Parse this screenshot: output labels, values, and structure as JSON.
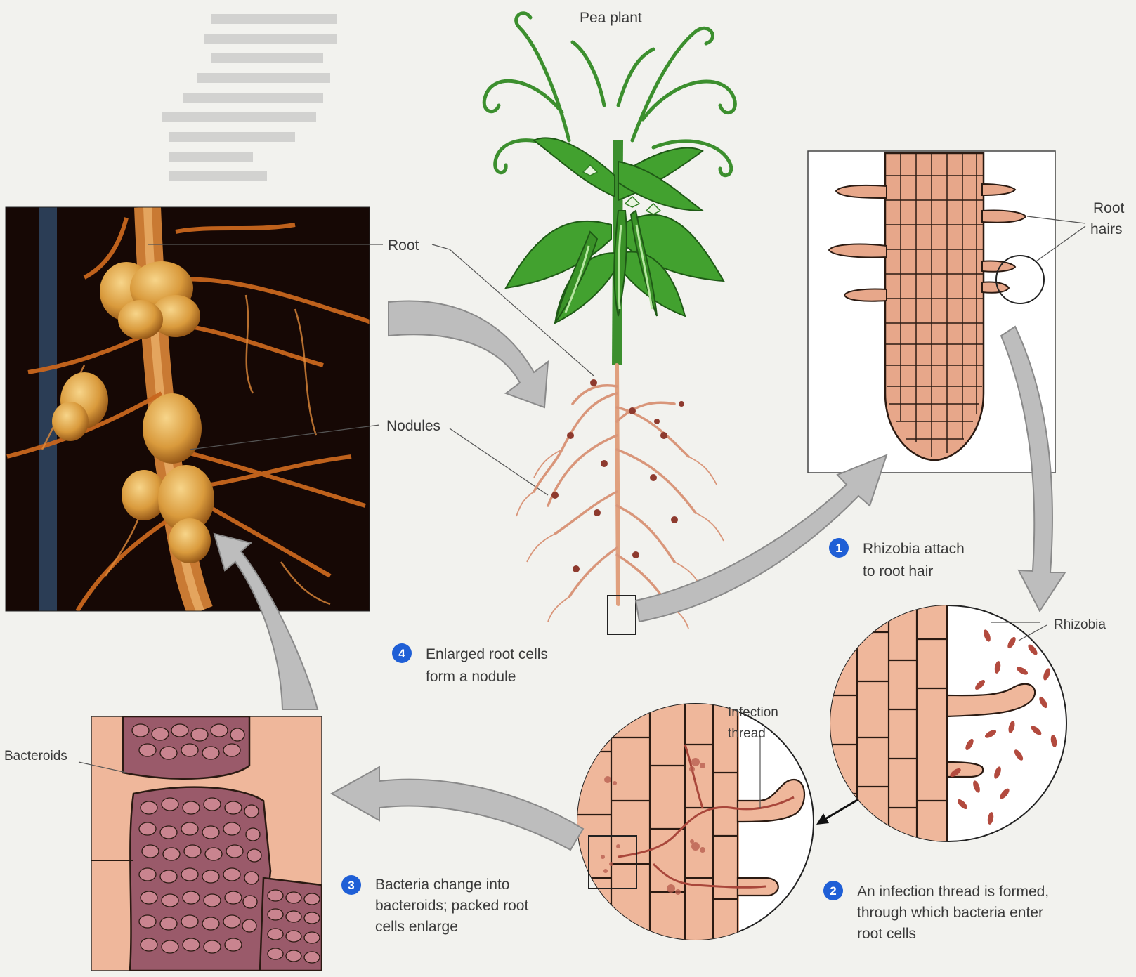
{
  "labels": {
    "pea_plant": "Pea plant",
    "root": "Root",
    "nodules": "Nodules",
    "root_hairs_1": "Root",
    "root_hairs_2": "hairs",
    "rhizobia": "Rhizobia",
    "infection_thread_1": "Infection",
    "infection_thread_2": "thread",
    "bacteroids": "Bacteroids"
  },
  "steps": [
    {
      "number": "1",
      "lines": [
        "Rhizobia attach",
        "to root hair"
      ]
    },
    {
      "number": "2",
      "lines": [
        "An infection thread is formed,",
        "through which bacteria enter",
        "root cells"
      ]
    },
    {
      "number": "3",
      "lines": [
        "Bacteria change into",
        "bacteroids; packed root",
        "cells enlarge"
      ]
    },
    {
      "number": "4",
      "lines": [
        "Enlarged root cells",
        "form a nodule"
      ]
    }
  ],
  "colors": {
    "step_badge": "#1f5fd6",
    "root_tissue": "#efb79b",
    "cell_wall": "#2a1a12",
    "leaf_green": "#3e9b2c",
    "bacteroid": "#b06a78",
    "arrow_gray": "#bdbdbd"
  }
}
